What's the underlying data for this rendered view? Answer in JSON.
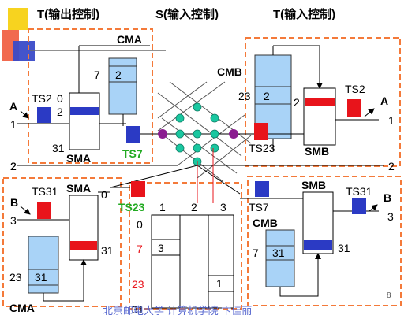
{
  "headings": {
    "left": "T(输出控制)",
    "center": "S(输入控制)",
    "right": "T(输入控制)"
  },
  "modules": {
    "top_left": {
      "cma_label": "CMA",
      "cma_top_index": "7",
      "cma_slot_value": "2",
      "sma_label": "SMA",
      "sma_index_0": "0",
      "sma_index_2": "2",
      "sma_index_31": "31",
      "ts_in_label": "TS2",
      "ts_out_label": "TS7",
      "input_letter": "A",
      "input_line": "1",
      "output_line": "2"
    },
    "top_right": {
      "cmb_label": "CMB",
      "cmb_index": "23",
      "cmb_slot_value": "2",
      "smb_label": "SMB",
      "smb_index_2": "2",
      "ts_in_label": "TS23",
      "ts_out_label": "TS2",
      "output_letter": "A",
      "output_line": "1",
      "input_line": "2"
    },
    "bottom_left": {
      "ts_in_label": "TS31",
      "sma_label": "SMA",
      "sma_index_0": "0",
      "sma_index_31": "31",
      "cma_label": "CMA",
      "cma_index": "23",
      "cma_slot_value": "31",
      "input_letter": "B",
      "input_line": "3",
      "output_line": "2"
    },
    "bottom_right": {
      "ts_in_label": "TS7",
      "smb_label": "SMB",
      "ts_out_label": "TS31",
      "cmb_label": "CMB",
      "cmb_index": "7",
      "cmb_slot_value": "31",
      "smb_index_31": "31",
      "output_letter": "B",
      "output_line": "3"
    },
    "switch_table": {
      "ts_label": "TS23",
      "col_1": "1",
      "col_2": "2",
      "col_3": "3",
      "row_0": "0",
      "row_7": "7",
      "row_23": "23",
      "row_31": "31",
      "cell_7_col1": "3",
      "cell_23_col3": "1"
    }
  },
  "footer": {
    "institution": "北京邮电大学  计算机学院  卞佳丽",
    "page_number": "8"
  },
  "colors": {
    "frame": "#f47a3a",
    "memory_fill": "#a9d3f7",
    "blue_block": "#2b3ac4",
    "red_block": "#e8141b",
    "green_label": "#22aa22",
    "node_teal": "#1ac7a0",
    "node_purple": "#8a1d8f",
    "accent_red_text": "#e8141b",
    "footer_text": "#5a6ad0"
  }
}
